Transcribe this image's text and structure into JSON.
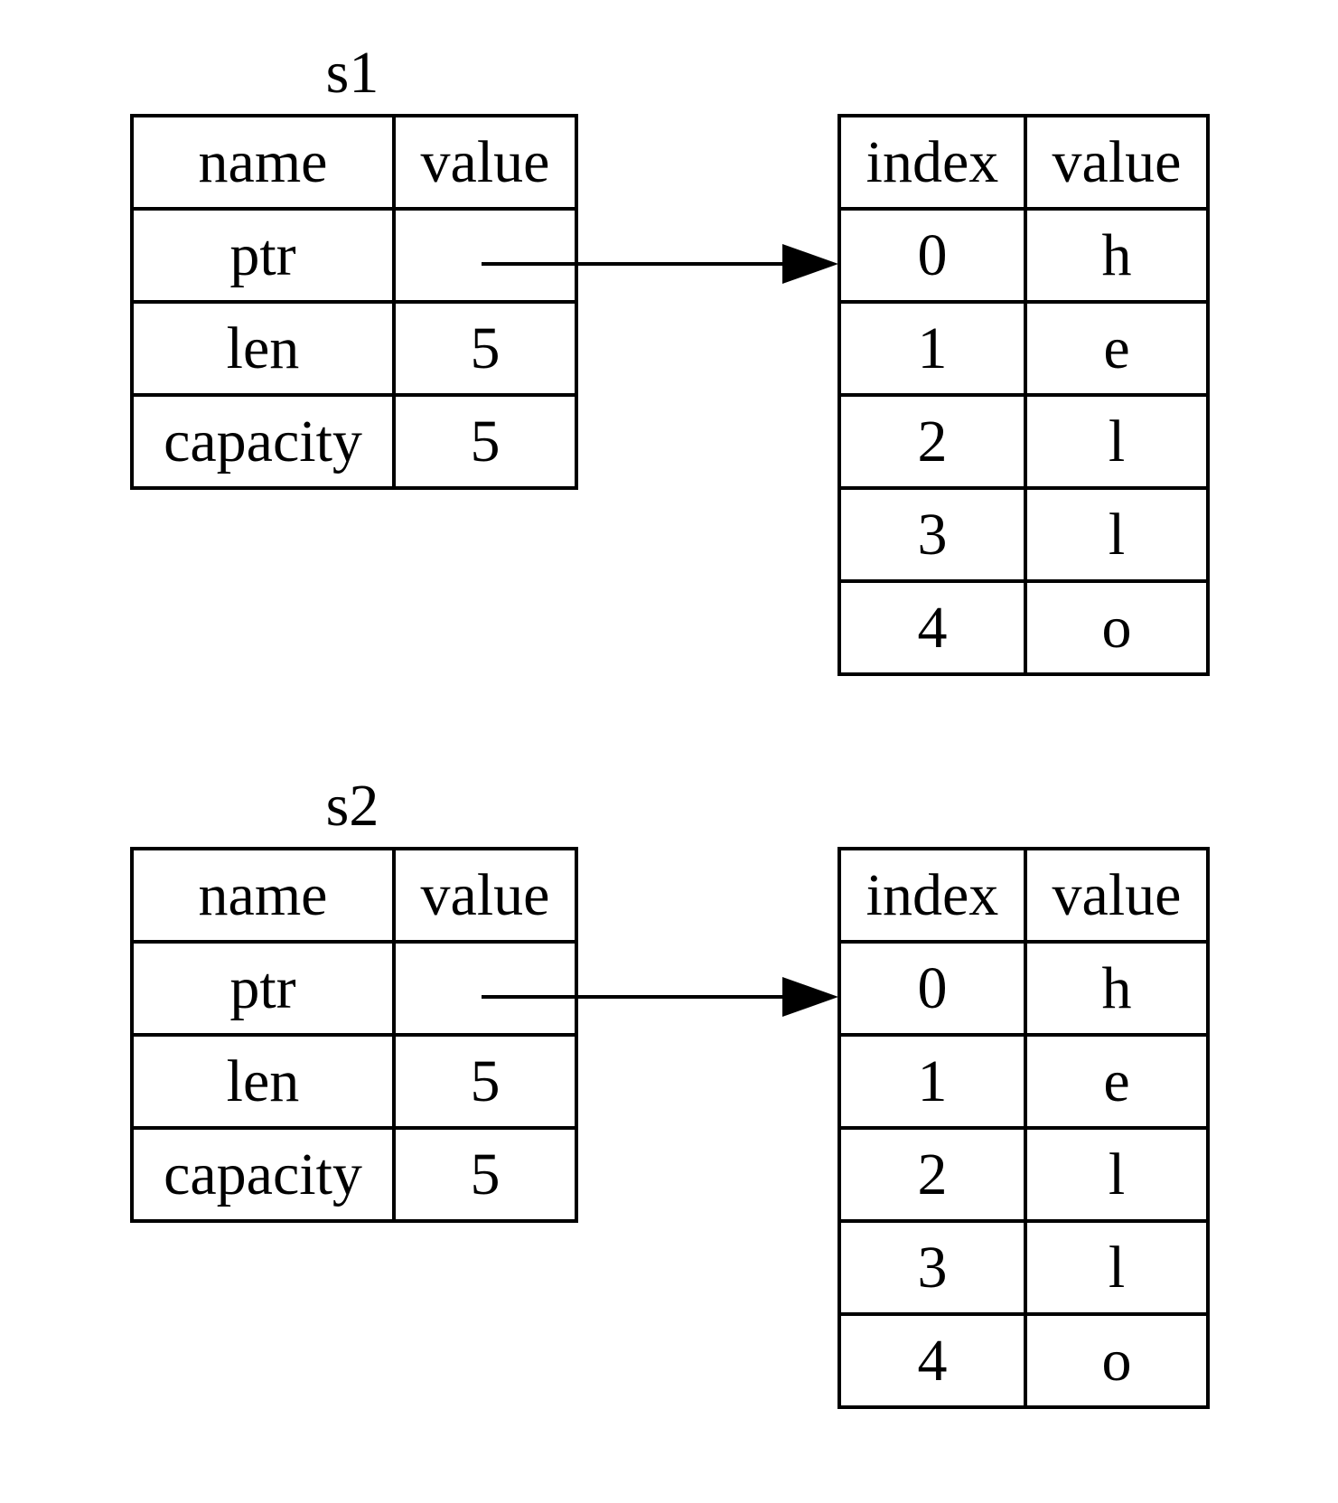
{
  "strings": [
    {
      "label": "s1",
      "header": [
        "name",
        "value"
      ],
      "fields": [
        {
          "name": "ptr",
          "value": ""
        },
        {
          "name": "len",
          "value": "5"
        },
        {
          "name": "capacity",
          "value": "5"
        }
      ],
      "heap": {
        "header": [
          "index",
          "value"
        ],
        "rows": [
          {
            "index": "0",
            "value": "h"
          },
          {
            "index": "1",
            "value": "e"
          },
          {
            "index": "2",
            "value": "l"
          },
          {
            "index": "3",
            "value": "l"
          },
          {
            "index": "4",
            "value": "o"
          }
        ]
      }
    },
    {
      "label": "s2",
      "header": [
        "name",
        "value"
      ],
      "fields": [
        {
          "name": "ptr",
          "value": ""
        },
        {
          "name": "len",
          "value": "5"
        },
        {
          "name": "capacity",
          "value": "5"
        }
      ],
      "heap": {
        "header": [
          "index",
          "value"
        ],
        "rows": [
          {
            "index": "0",
            "value": "h"
          },
          {
            "index": "1",
            "value": "e"
          },
          {
            "index": "2",
            "value": "l"
          },
          {
            "index": "3",
            "value": "l"
          },
          {
            "index": "4",
            "value": "o"
          }
        ]
      }
    }
  ],
  "colors": {
    "line": "#000000",
    "background": "#ffffff"
  }
}
